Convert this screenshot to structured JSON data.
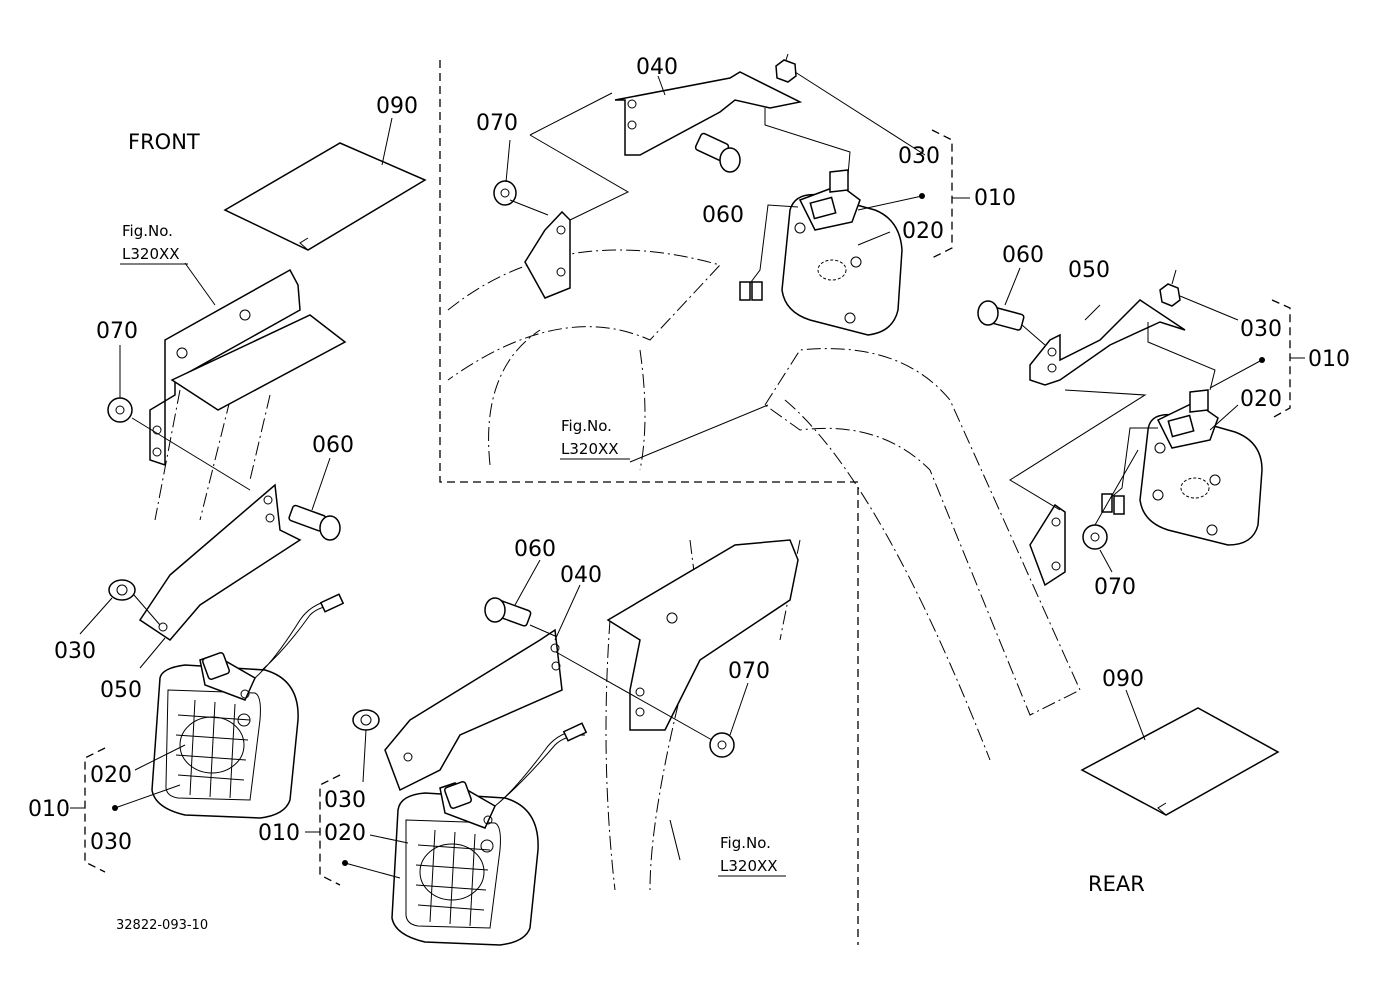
{
  "views": {
    "front": "FRONT",
    "rear": "REAR"
  },
  "figure_refs": [
    "Fig.No.\nL320XX"
  ],
  "reference_number": "32822-093-10",
  "callouts": {
    "p010": "010",
    "p020": "020",
    "p030": "030",
    "p040": "040",
    "p050": "050",
    "p060": "060",
    "p070": "070",
    "p090": "090"
  },
  "fig": {
    "line1": "Fig.No.",
    "line2": "L320XX"
  }
}
